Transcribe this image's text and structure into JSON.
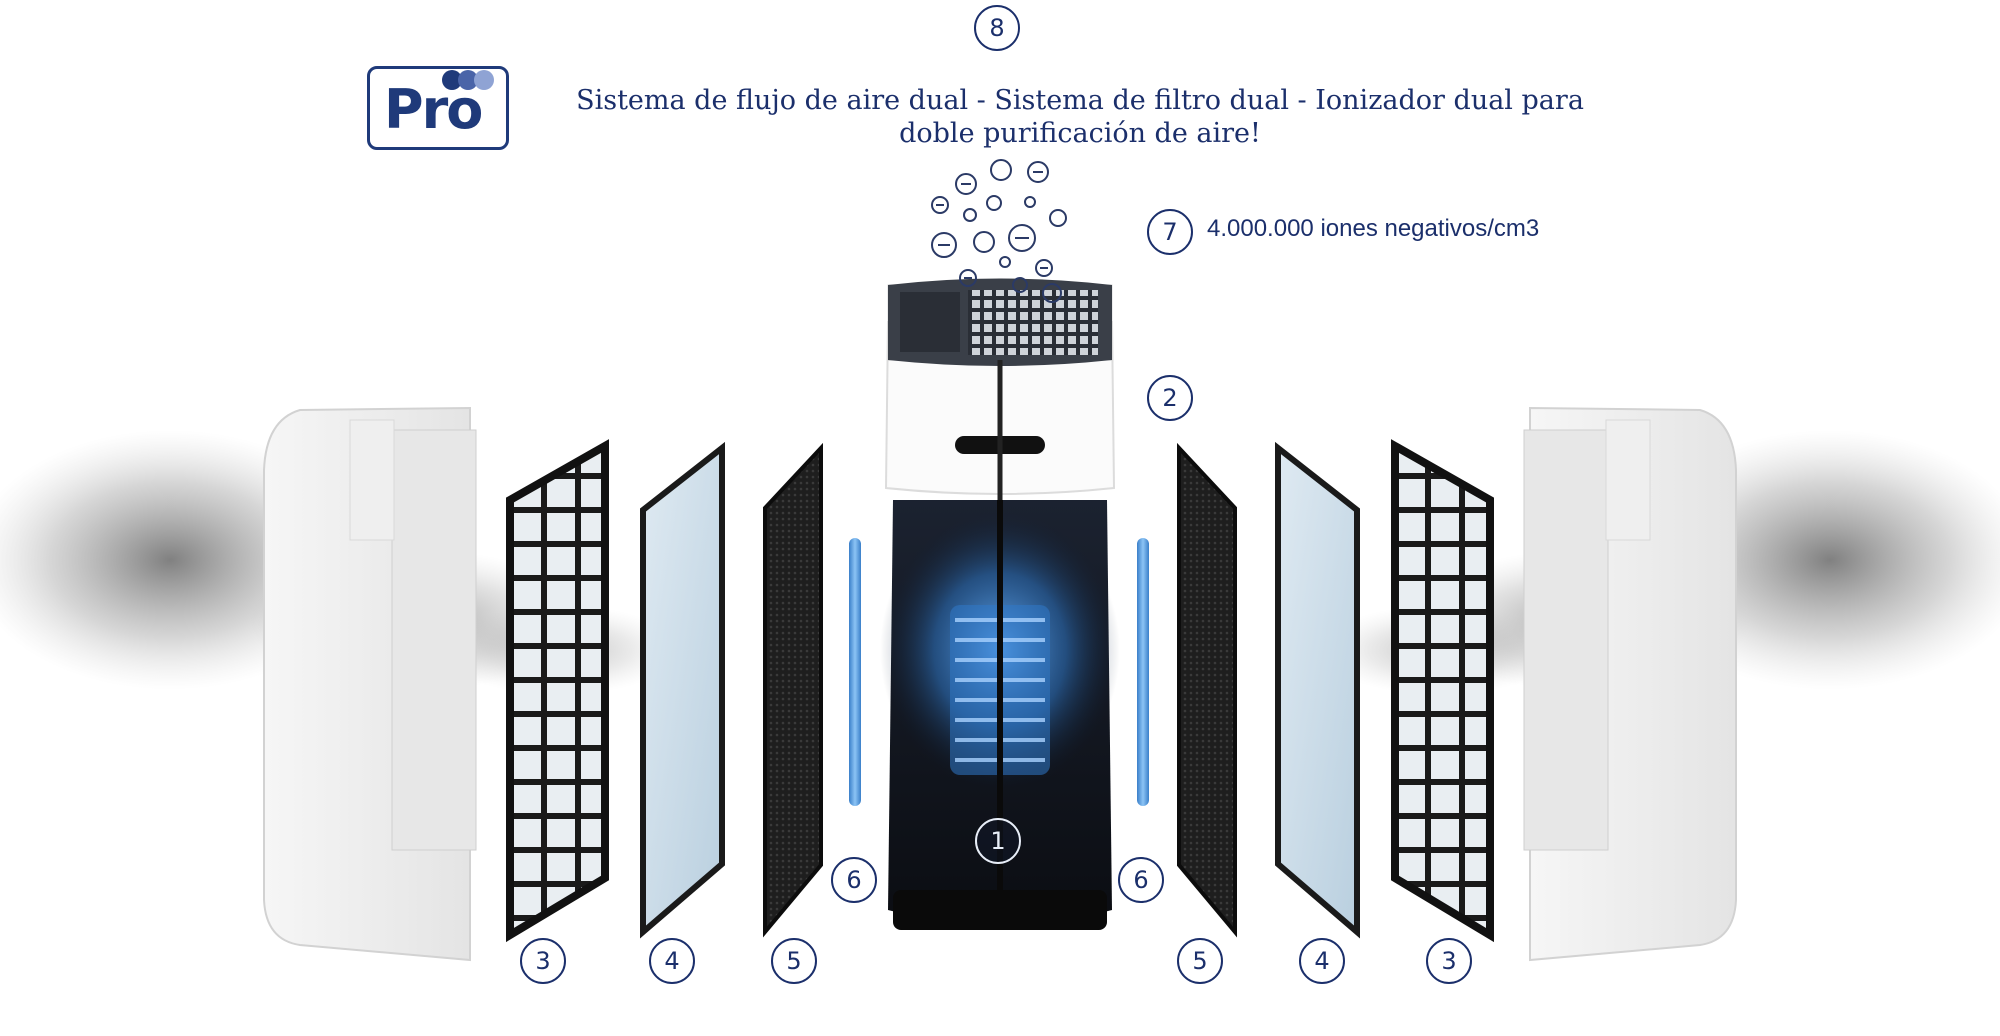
{
  "logo": {
    "text": "Pro"
  },
  "headline": "Sistema de flujo de aire dual - Sistema de filtro dual - Ionizador dual para doble purificación de aire!",
  "ion_label": "4.000.000 iones negativos/cm3",
  "callouts": {
    "c8": "8",
    "c7": "7",
    "c2": "2",
    "c1": "1",
    "c6_left": "6",
    "c6_right": "6",
    "c3_left": "3",
    "c4_left": "4",
    "c5_left": "5",
    "c5_right": "5",
    "c4_right": "4",
    "c3_right": "3"
  },
  "colors": {
    "accent": "#1b2f6b",
    "ion_light": "#9fb8e0",
    "uv_tube": "#5aa0e6"
  }
}
